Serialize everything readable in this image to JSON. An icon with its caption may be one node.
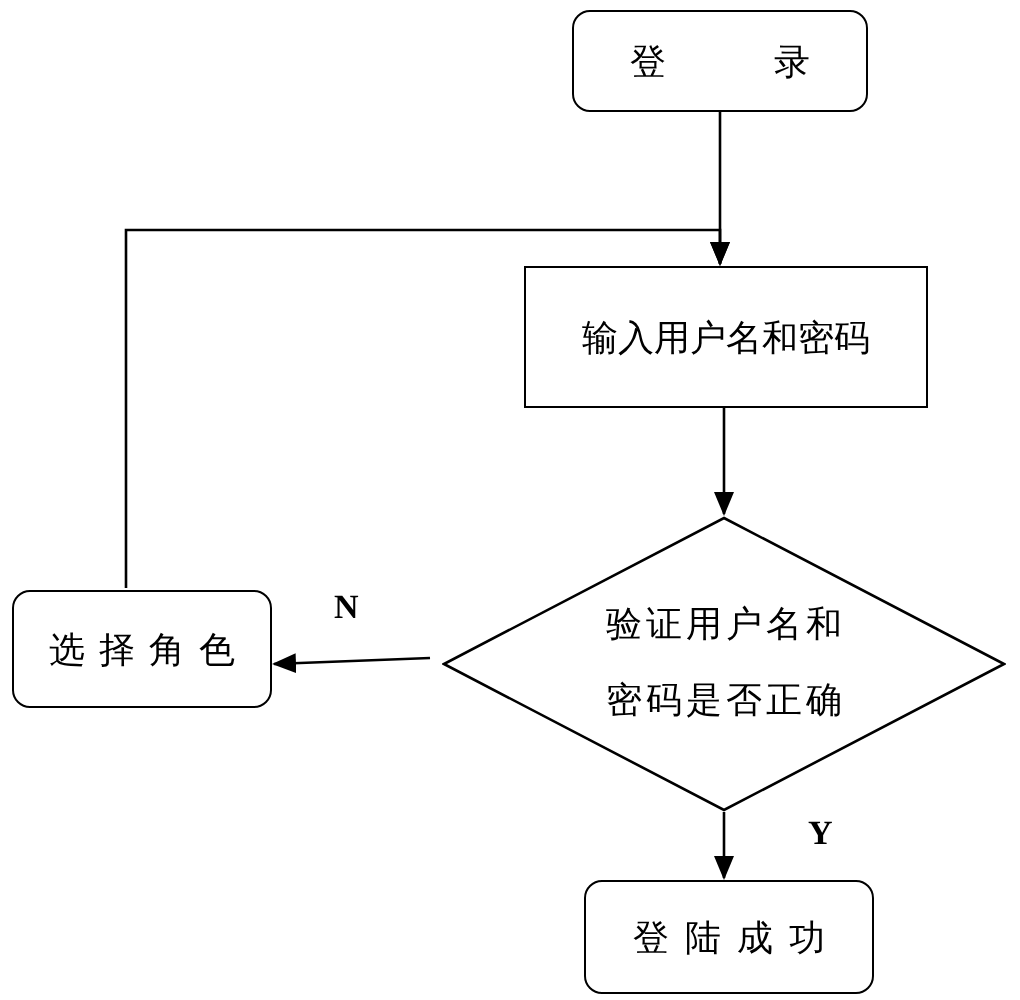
{
  "diagram": {
    "nodes": [
      {
        "text": [
          "登录"
        ]
      },
      {
        "text": [
          "输入用户名和密码"
        ]
      },
      {
        "text": [
          "验证用户名和密码是否正确"
        ]
      },
      {
        "text": [
          "选择角色"
        ]
      },
      {
        "text": [
          "登陆成功"
        ]
      }
    ],
    "edges": [
      {
        "from": 0,
        "to": 1,
        "arrow": "to"
      },
      {
        "from": 1,
        "to": 2,
        "arrow": "to"
      },
      {
        "from": 2,
        "to": 3,
        "arrow": "to",
        "label": "N"
      },
      {
        "from": 2,
        "to": 4,
        "arrow": "to",
        "label": "Y"
      },
      {
        "from": 3,
        "to": 1,
        "arrow": "to"
      }
    ]
  }
}
